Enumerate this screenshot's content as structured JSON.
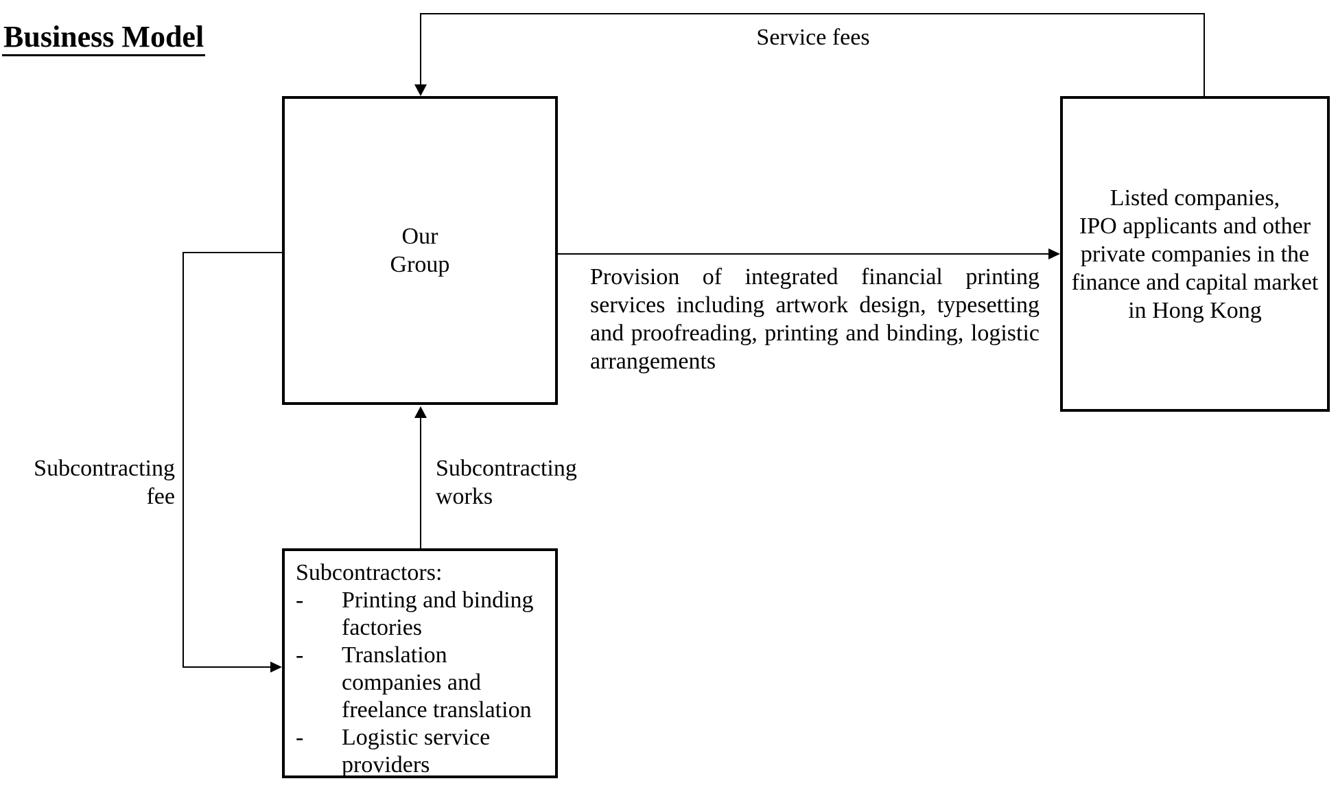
{
  "title": "Business Model",
  "colors": {
    "ink": "#000000",
    "background": "#ffffff"
  },
  "boxes": {
    "our_group": {
      "lines": [
        "Our",
        "Group"
      ]
    },
    "clients": {
      "lines": [
        "Listed companies,",
        "IPO applicants and other",
        "private companies in the",
        "finance and capital market",
        "in Hong Kong"
      ]
    },
    "subcontractors": {
      "heading": "Subcontractors:",
      "bullet": "-",
      "items": [
        {
          "lines": [
            "Printing and binding",
            "factories"
          ]
        },
        {
          "lines": [
            "Translation",
            "companies and",
            "freelance translation"
          ]
        },
        {
          "lines": [
            "Logistic service",
            "providers"
          ]
        }
      ]
    }
  },
  "edges": {
    "service_fees": {
      "label": "Service fees"
    },
    "provision": {
      "label_lines": [
        "Provision of integrated financial printing",
        "services including artwork design, typesetting",
        "and proofreading, printing and binding, logistic",
        "arrangements"
      ]
    },
    "subcontracting_works": {
      "label_lines": [
        "Subcontracting",
        "works"
      ]
    },
    "subcontracting_fee": {
      "label_lines": [
        "Subcontracting",
        "fee"
      ]
    }
  }
}
